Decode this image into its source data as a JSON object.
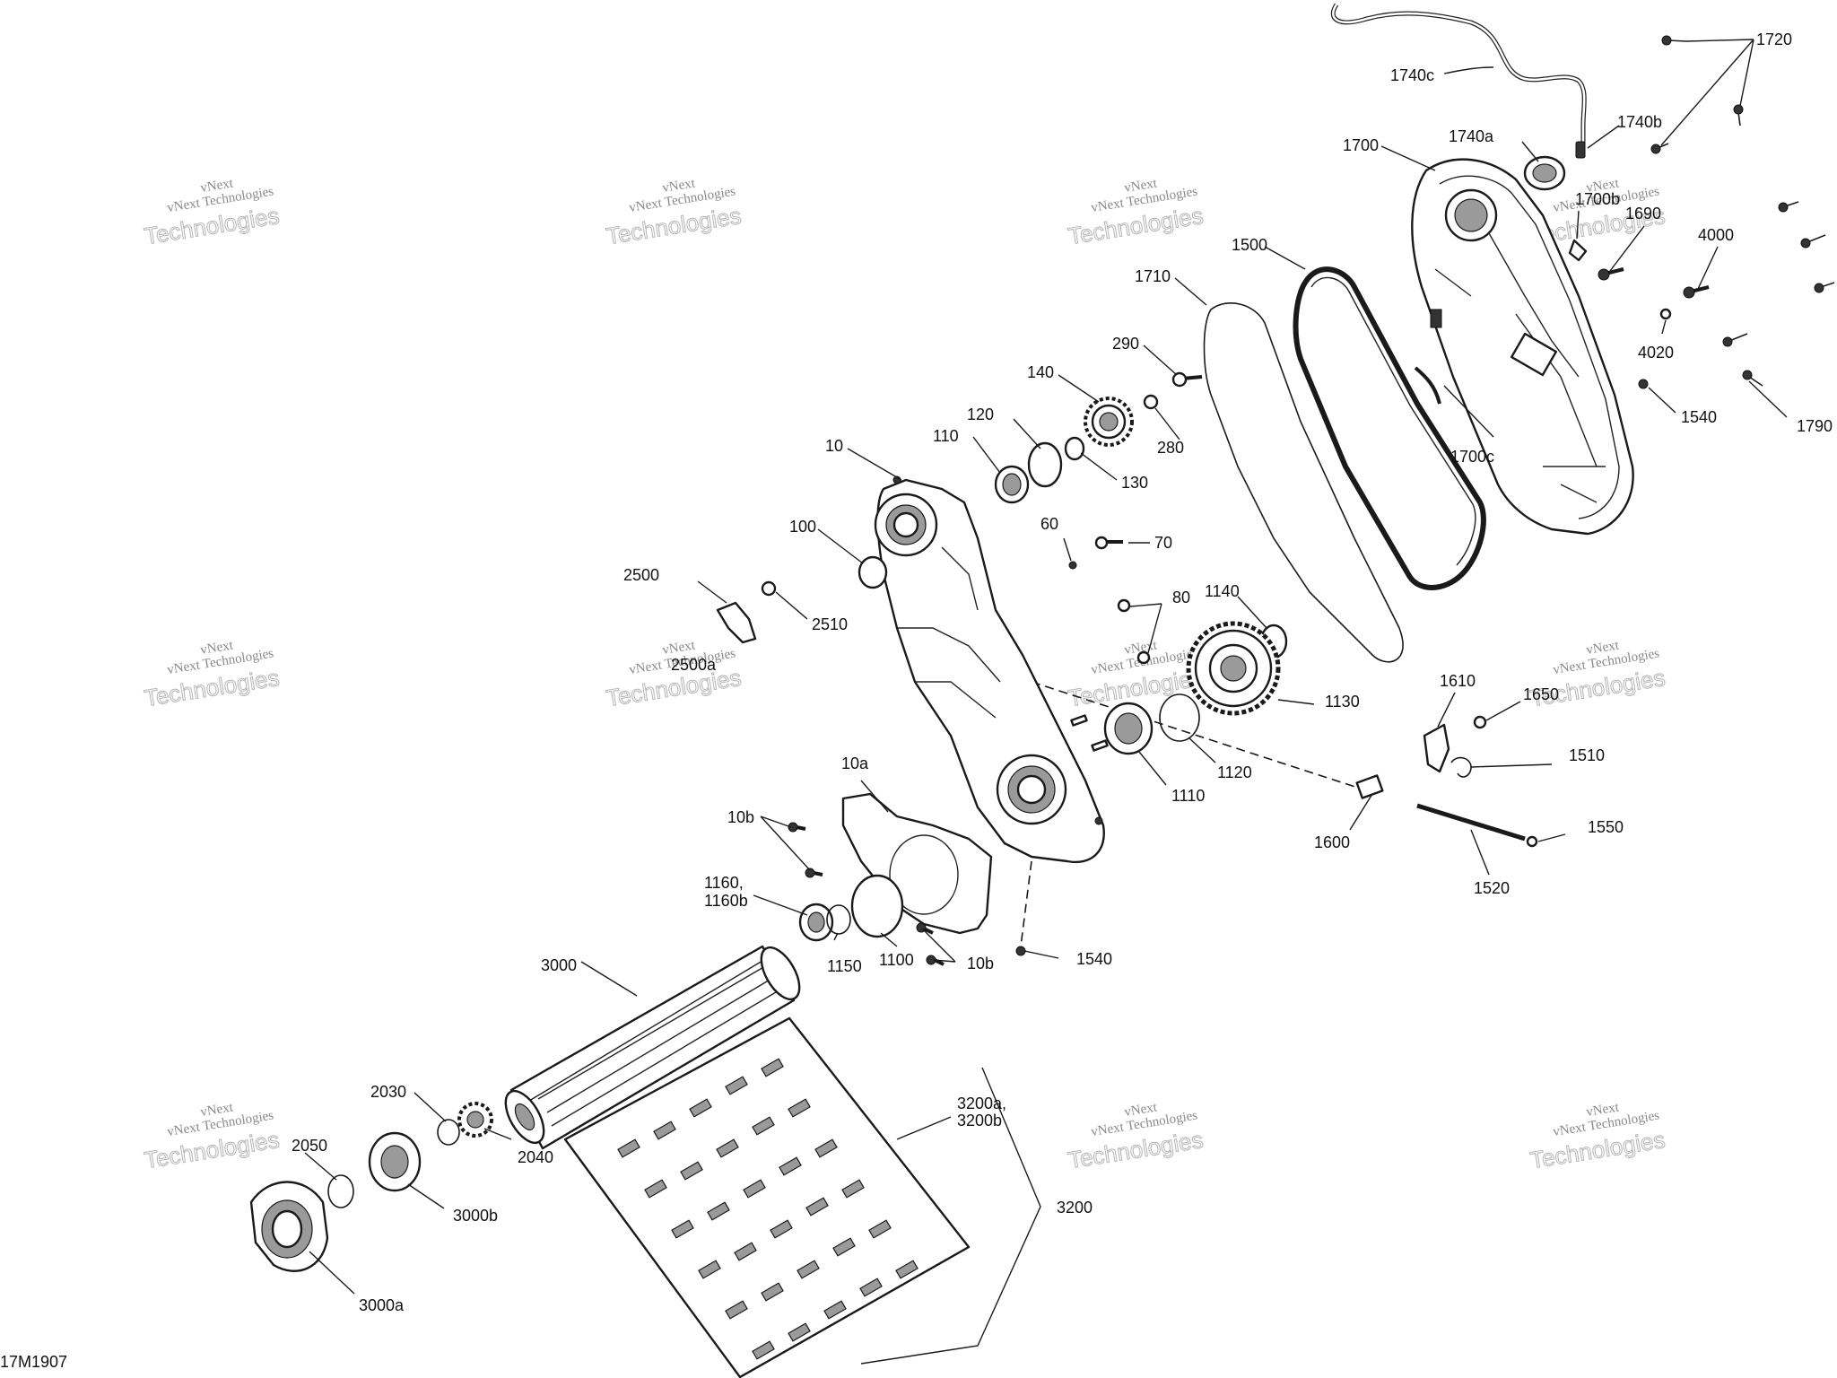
{
  "diagram_code": "17M1907",
  "watermark": {
    "line1": "vNext",
    "line2": "vNext Technologies",
    "line3": "Technologies"
  },
  "labels": {
    "p1720": "1720",
    "p1740c": "1740c",
    "p1740b": "1740b",
    "p1740a": "1740a",
    "p1700": "1700",
    "p1700b": "1700b",
    "p1690": "1690",
    "p4000": "4000",
    "p4020": "4020",
    "p1540_top": "1540",
    "p1790": "1790",
    "p1700c": "1700c",
    "p1500": "1500",
    "p1710": "1710",
    "p290": "290",
    "p140": "140",
    "p280": "280",
    "p120": "120",
    "p110": "110",
    "p130": "130",
    "p10": "10",
    "p60": "60",
    "p70": "70",
    "p100": "100",
    "p2500": "2500",
    "p2510": "2510",
    "p2500a": "2500a",
    "p80": "80",
    "p1140": "1140",
    "p1130": "1130",
    "p1120": "1120",
    "p1110": "1110",
    "p1610": "1610",
    "p1650": "1650",
    "p1510": "1510",
    "p1600": "1600",
    "p1550": "1550",
    "p1520": "1520",
    "p10a": "10a",
    "p10b_top": "10b",
    "p10b_bottom": "10b",
    "p1160": "1160,",
    "p1160b": "1160b",
    "p1150": "1150",
    "p1100": "1100",
    "p1540_bottom": "1540",
    "p3000": "3000",
    "p2030": "2030",
    "p2050": "2050",
    "p2040": "2040",
    "p3000b": "3000b",
    "p3000a": "3000a",
    "p3200a": "3200a,",
    "p3200b": "3200b",
    "p3200": "3200"
  }
}
